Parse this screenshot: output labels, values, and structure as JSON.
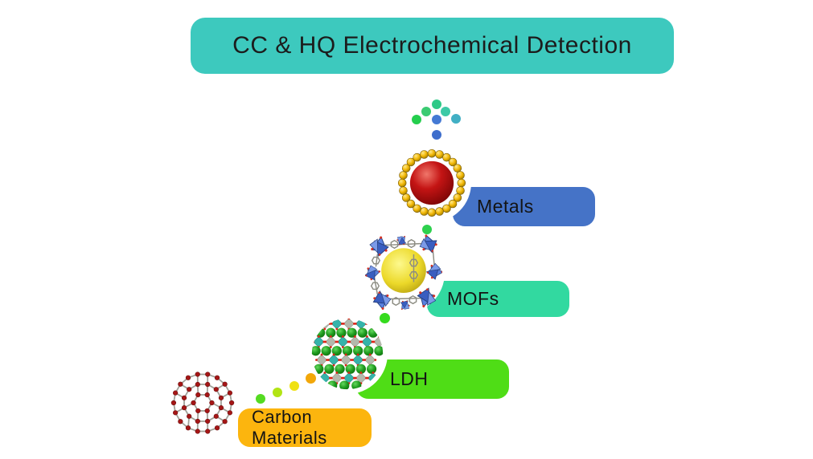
{
  "title": {
    "text": "CC & HQ Electrochemical Detection",
    "bg": "#3DC9BE",
    "text_color": "#1C1C1C"
  },
  "steps": [
    {
      "label": "Metals",
      "bg": "#4573C7",
      "icon": "gold-shell-nanoparticle"
    },
    {
      "label": "MOFs",
      "bg": "#32D9A0",
      "icon": "mof-cage"
    },
    {
      "label": "LDH",
      "bg": "#4FDD16",
      "icon": "ldh-crystal"
    },
    {
      "label": "Carbon Materials",
      "bg": "#FCB50E",
      "icon": "fullerene"
    }
  ],
  "scatter": {
    "dots": [
      {
        "color": "#2EC987"
      },
      {
        "color": "#3BCB72"
      },
      {
        "color": "#3DC9A6"
      },
      {
        "color": "#24CE4D"
      },
      {
        "color": "#4479D4"
      },
      {
        "color": "#41AFC4"
      },
      {
        "color": "#3E6ECC"
      }
    ]
  },
  "trails": {
    "mofs_to_metals": [
      {
        "color": "#2ED14E"
      }
    ],
    "ldh_to_mofs": [
      {
        "color": "#35DB1E"
      }
    ],
    "carbon_to_ldh": [
      {
        "color": "#55DB21"
      },
      {
        "color": "#B2E414"
      },
      {
        "color": "#EFE113"
      },
      {
        "color": "#F2A70A"
      }
    ]
  },
  "icon_palette": {
    "metal_core": "#C41414",
    "gold_shell": "#F2B705",
    "mof_sphere": "#ECD929",
    "mof_cluster": "#5B82E0",
    "ldh_sphere": "#1F9C1F",
    "ldh_octahedron_gray": "#B4B8AC",
    "ldh_octahedron_teal": "#35B3AA",
    "oxygen_dot": "#DD2517",
    "fullerene_atom": "#A51616",
    "fullerene_bond": "#A0A098"
  }
}
